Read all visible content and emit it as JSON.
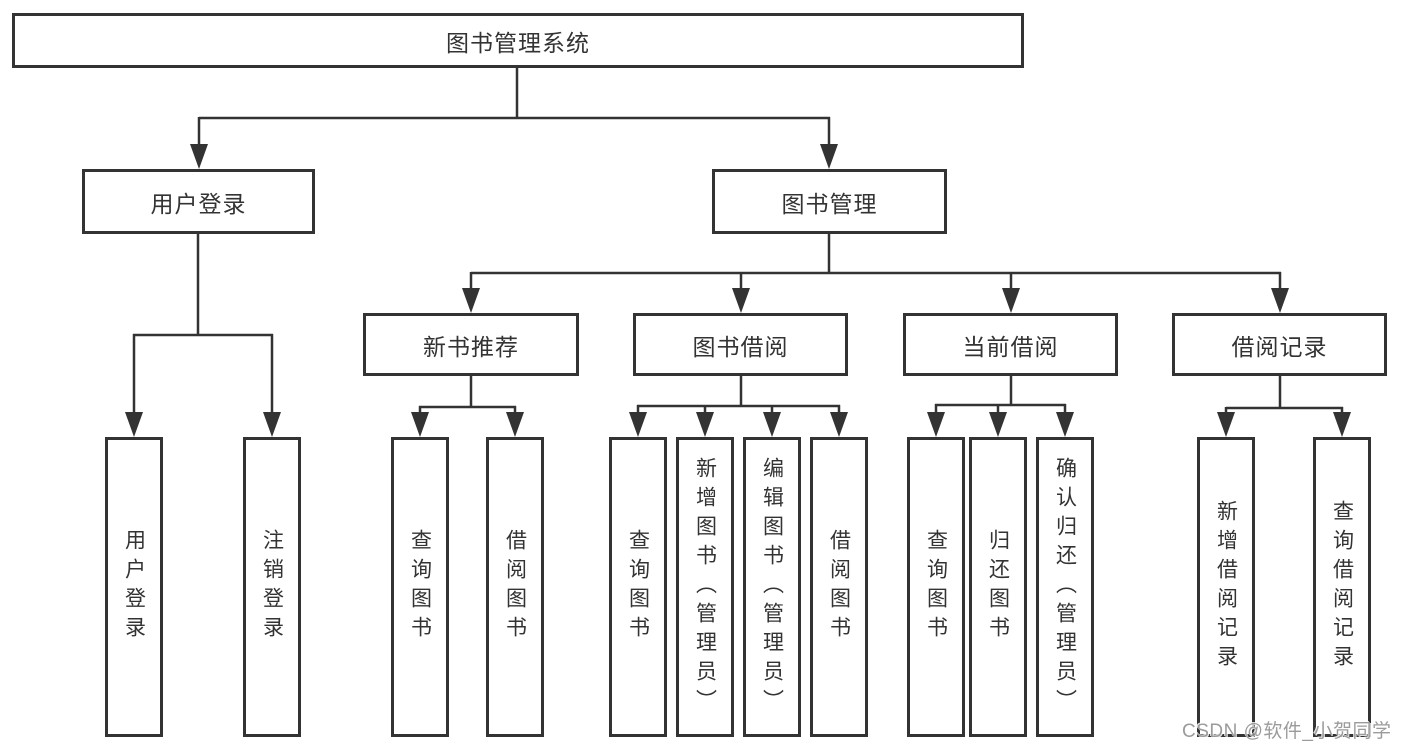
{
  "diagram": {
    "root": {
      "label": "图书管理系统"
    },
    "level2": [
      {
        "label": "用户登录",
        "parent": "图书管理系统"
      },
      {
        "label": "图书管理",
        "parent": "图书管理系统"
      }
    ],
    "level3": [
      {
        "label": "新书推荐",
        "parent": "图书管理"
      },
      {
        "label": "图书借阅",
        "parent": "图书管理"
      },
      {
        "label": "当前借阅",
        "parent": "图书管理"
      },
      {
        "label": "借阅记录",
        "parent": "图书管理"
      }
    ],
    "leaves": [
      {
        "label": "用户登录",
        "parent": "用户登录"
      },
      {
        "label": "注销登录",
        "parent": "用户登录"
      },
      {
        "label": "查询图书",
        "parent": "新书推荐"
      },
      {
        "label": "借阅图书",
        "parent": "新书推荐"
      },
      {
        "label": "查询图书",
        "parent": "图书借阅"
      },
      {
        "label": "新增图书（管理员）",
        "parent": "图书借阅"
      },
      {
        "label": "编辑图书（管理员）",
        "parent": "图书借阅"
      },
      {
        "label": "借阅图书",
        "parent": "图书借阅"
      },
      {
        "label": "查询图书",
        "parent": "当前借阅"
      },
      {
        "label": "归还图书",
        "parent": "当前借阅"
      },
      {
        "label": "确认归还（管理员）",
        "parent": "当前借阅"
      },
      {
        "label": "新增借阅记录",
        "parent": "借阅记录"
      },
      {
        "label": "查询借阅记录",
        "parent": "借阅记录"
      }
    ]
  },
  "watermark": {
    "text": "CSDN @软件_小贺同学",
    "color": "#9b9b9b"
  },
  "colors": {
    "line": "#333333",
    "box_border": "#333333",
    "text": "#333333",
    "background": "#ffffff"
  }
}
